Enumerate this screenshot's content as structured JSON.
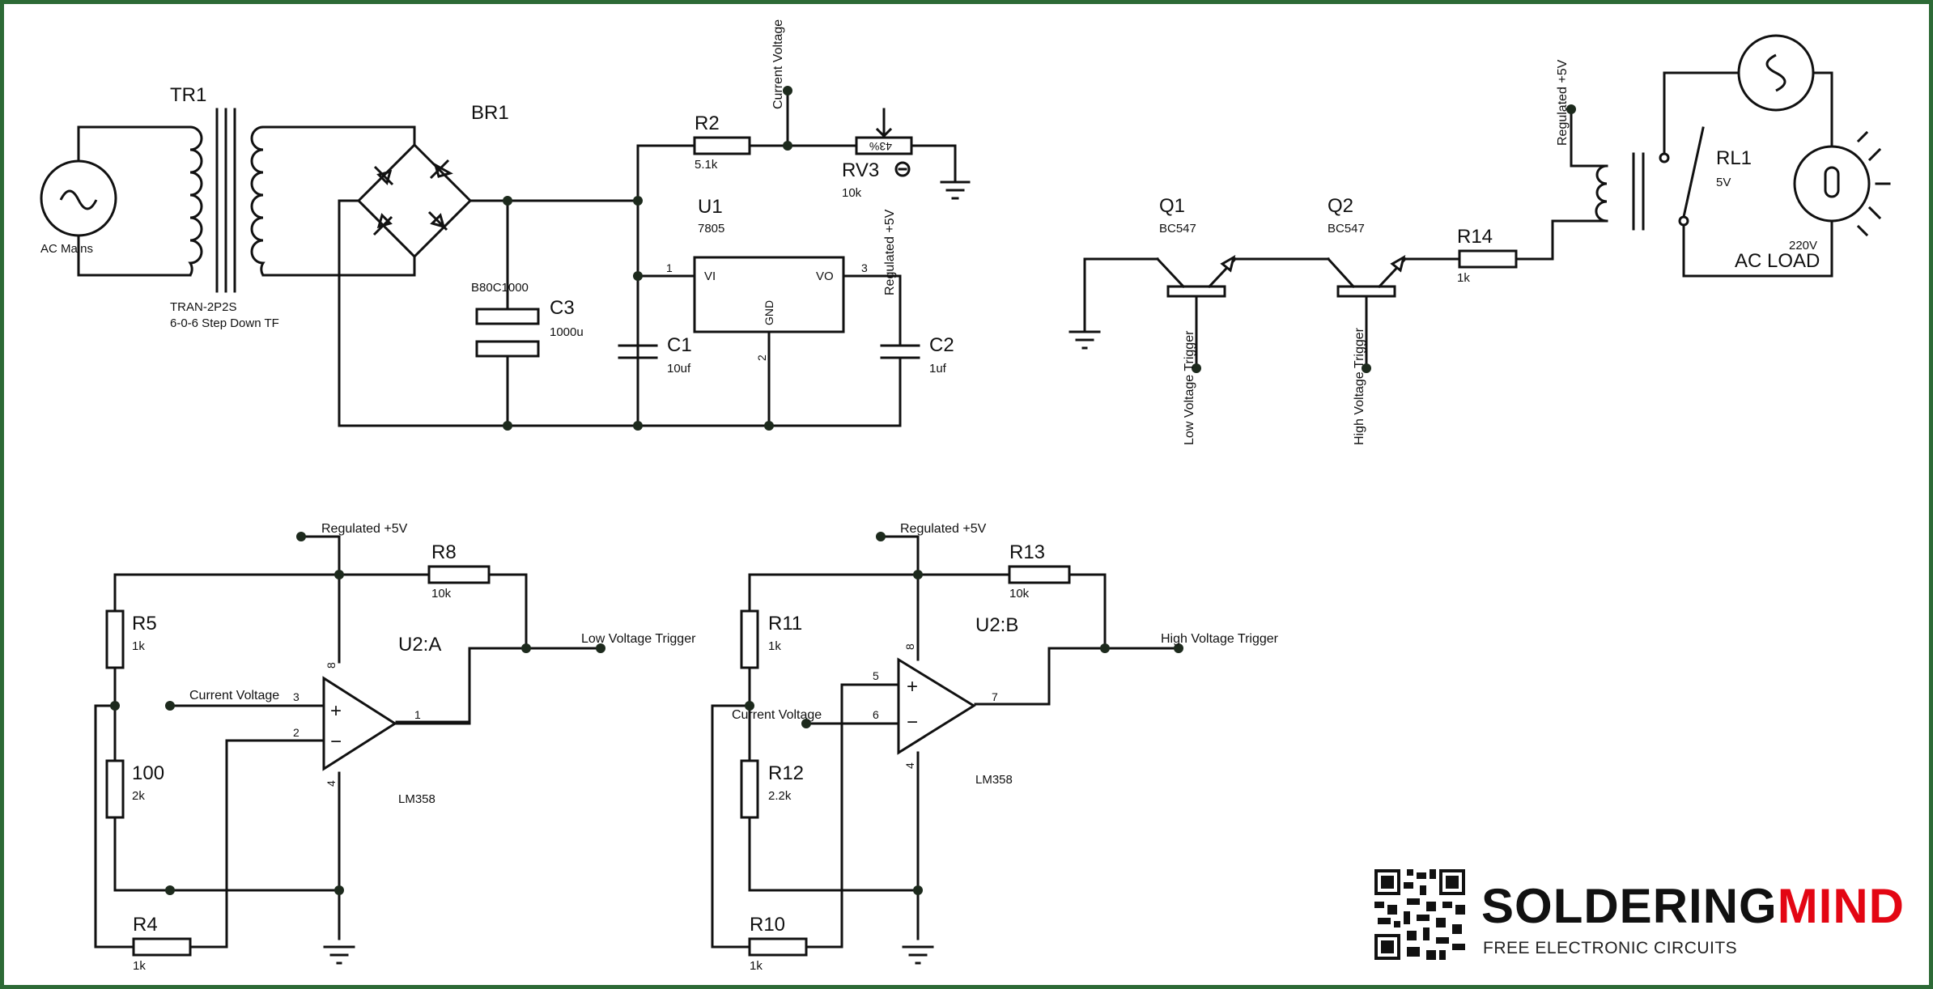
{
  "labels": {
    "tr1_ref": "TR1",
    "tr1_part": "TRAN-2P2S",
    "tr1_desc": "6-0-6 Step Down TF",
    "ac_mains": "AC Mains",
    "br1_ref": "BR1",
    "br1_val": "B80C1000",
    "c3_ref": "C3",
    "c3_val": "1000u",
    "r2_ref": "R2",
    "r2_val": "5.1k",
    "current_voltage": "Current Voltage",
    "rv3_ref": "RV3",
    "rv3_val": "10k",
    "rv3_pct": "43%",
    "u1_ref": "U1",
    "u1_val": "7805",
    "u1_vi": "VI",
    "u1_vo": "VO",
    "u1_gnd": "GND",
    "pin1": "1",
    "pin2": "2",
    "pin3": "3",
    "regulated_5v": "Regulated +5V",
    "c1_ref": "C1",
    "c1_val": "10uf",
    "c2_ref": "C2",
    "c2_val": "1uf",
    "q1_ref": "Q1",
    "q1_val": "BC547",
    "q2_ref": "Q2",
    "q2_val": "BC547",
    "r14_ref": "R14",
    "r14_val": "1k",
    "low_trigger": "Low Voltage Trigger",
    "high_trigger": "High Voltage Trigger",
    "rl1_ref": "RL1",
    "rl1_val": "5V",
    "lamp_val": "220V",
    "ac_load": "AC LOAD",
    "r8_ref": "R8",
    "r8_val": "10k",
    "r5_ref": "R5",
    "r5_val": "1k",
    "r100_ref": "100",
    "r100_val": "2k",
    "r4_ref": "R4",
    "r4_val": "1k",
    "u2a_ref": "U2:A",
    "u2a_val": "LM358",
    "r13_ref": "R13",
    "r13_val": "10k",
    "r11_ref": "R11",
    "r11_val": "1k",
    "r12_ref": "R12",
    "r12_val": "2.2k",
    "r10_ref": "R10",
    "r10_val": "1k",
    "u2b_ref": "U2:B",
    "u2b_val": "LM358",
    "plus": "+",
    "minus": "−",
    "p1": "1",
    "p2": "2",
    "p3": "3",
    "p4": "4",
    "p5": "5",
    "p6": "6",
    "p7": "7",
    "p8": "8"
  },
  "logo": {
    "part1": "SOLDERING",
    "part2": "MIND",
    "subtitle": "FREE ELECTRONIC CIRCUITS",
    "brand_color": "#e30613"
  },
  "colors": {
    "frame": "#2d6a36",
    "wire": "#111111",
    "junction": "#1d2a1d"
  }
}
